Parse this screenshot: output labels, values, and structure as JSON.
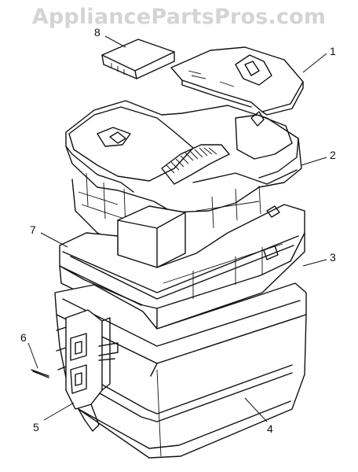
{
  "watermark": "AppliancePartsPros.com",
  "callouts": [
    {
      "id": "c8",
      "label": "8"
    },
    {
      "id": "c1",
      "label": "1"
    },
    {
      "id": "c2",
      "label": "2"
    },
    {
      "id": "c7",
      "label": "7"
    },
    {
      "id": "c3",
      "label": "3"
    },
    {
      "id": "c6",
      "label": "6"
    },
    {
      "id": "c5",
      "label": "5"
    },
    {
      "id": "c4",
      "label": "4"
    }
  ]
}
